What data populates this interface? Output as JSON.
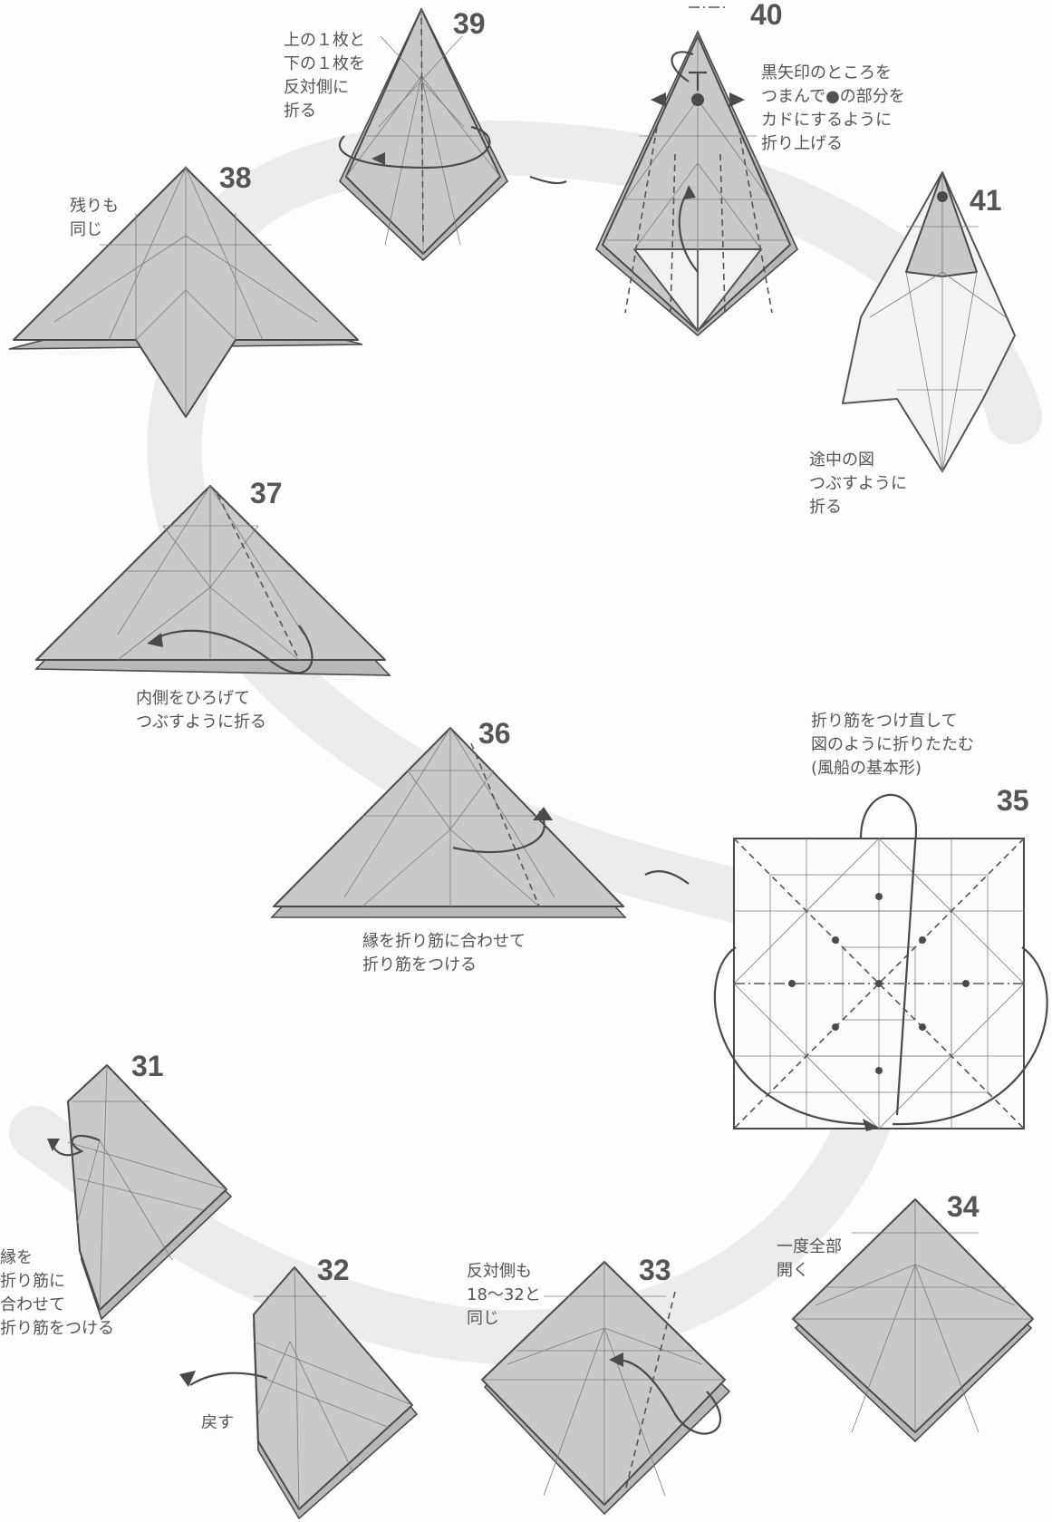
{
  "steps": [
    {
      "number": "31",
      "caption": "縁を\n折り筋に\n合わせて\n折り筋をつける"
    },
    {
      "number": "32",
      "caption": "戻す"
    },
    {
      "number": "33",
      "caption": "反対側も\n18〜32と\n同じ"
    },
    {
      "number": "34",
      "caption": "一度全部\n開く"
    },
    {
      "number": "35",
      "caption": "折り筋をつけ直して\n図のように折りたたむ\n(風船の基本形)"
    },
    {
      "number": "36",
      "caption": "縁を折り筋に合わせて\n折り筋をつける"
    },
    {
      "number": "37",
      "caption": "内側をひろげて\nつぶすように折る"
    },
    {
      "number": "38",
      "caption": "残りも\n同じ"
    },
    {
      "number": "39",
      "caption": "上の１枚と\n下の１枚を\n反対側に\n折る"
    },
    {
      "number": "40",
      "caption": "黒矢印のところを\nつまんで●の部分を\nカドにするように\n折り上げる"
    },
    {
      "number": "41",
      "caption": "途中の図\nつぶすように\n折る"
    }
  ],
  "colors": {
    "paper": "#c9c9c9",
    "paper_light": "#f3f3f3",
    "line": "#4a4a4a",
    "text": "#555555"
  }
}
